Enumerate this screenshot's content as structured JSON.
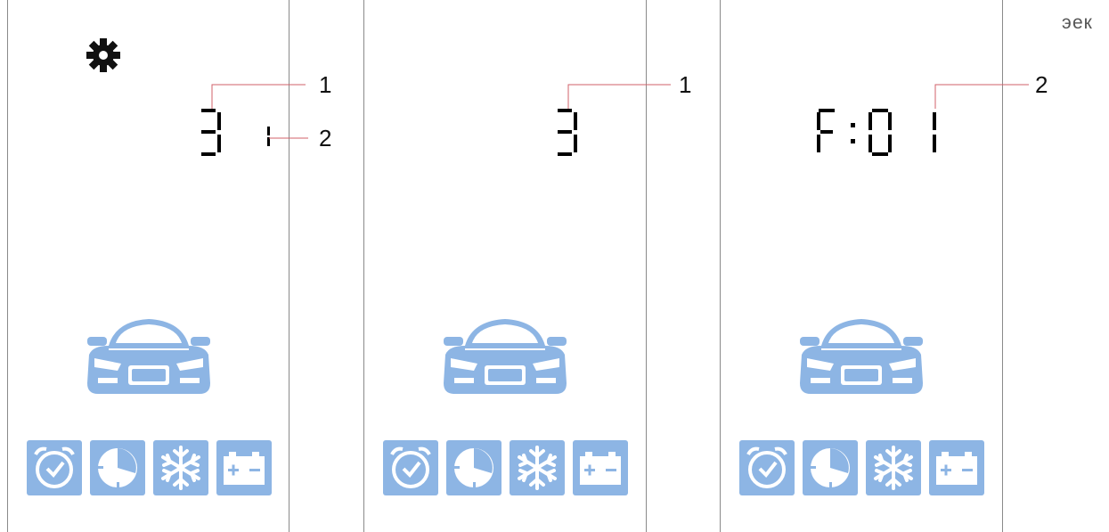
{
  "corner_text": "эек",
  "panels": [
    {
      "digits": "3",
      "digits_right": "1",
      "callouts": [
        "1",
        "2"
      ],
      "shows_gear": true
    },
    {
      "digits": "3",
      "callouts": [
        "1"
      ],
      "shows_gear": false
    },
    {
      "digits": "F:01",
      "callouts": [
        "2"
      ],
      "shows_gear": false
    }
  ],
  "icons": [
    "alarm-clock-icon",
    "timer-icon",
    "snowflake-icon",
    "battery-icon"
  ],
  "colors": {
    "accent": "#8db5e4",
    "callout_line": "#d0606a",
    "segment": "#000000"
  }
}
